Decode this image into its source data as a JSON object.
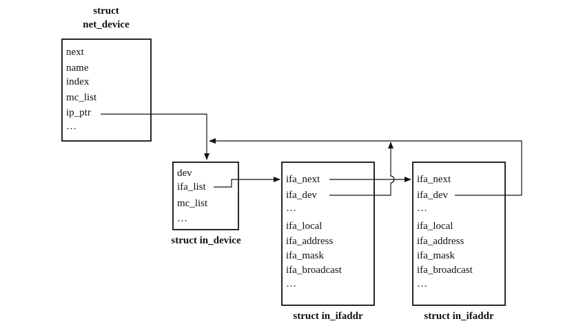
{
  "net_device": {
    "title_line1": "struct",
    "title_line2": "net_device",
    "fields": [
      "next",
      "name",
      "index",
      "mc_list",
      "ip_ptr",
      "…"
    ]
  },
  "in_device": {
    "caption": "struct in_device",
    "fields": [
      "dev",
      "ifa_list",
      "mc_list",
      "…"
    ]
  },
  "ifaddr_1": {
    "caption": "struct in_ifaddr",
    "fields": [
      "ifa_next",
      "ifa_dev",
      "…",
      "ifa_local",
      "ifa_address",
      "ifa_mask",
      "ifa_broadcast",
      "…"
    ]
  },
  "ifaddr_2": {
    "caption": "struct in_ifaddr",
    "fields": [
      "ifa_next",
      "ifa_dev",
      "…",
      "ifa_local",
      "ifa_address",
      "ifa_mask",
      "ifa_broadcast",
      "…"
    ]
  }
}
